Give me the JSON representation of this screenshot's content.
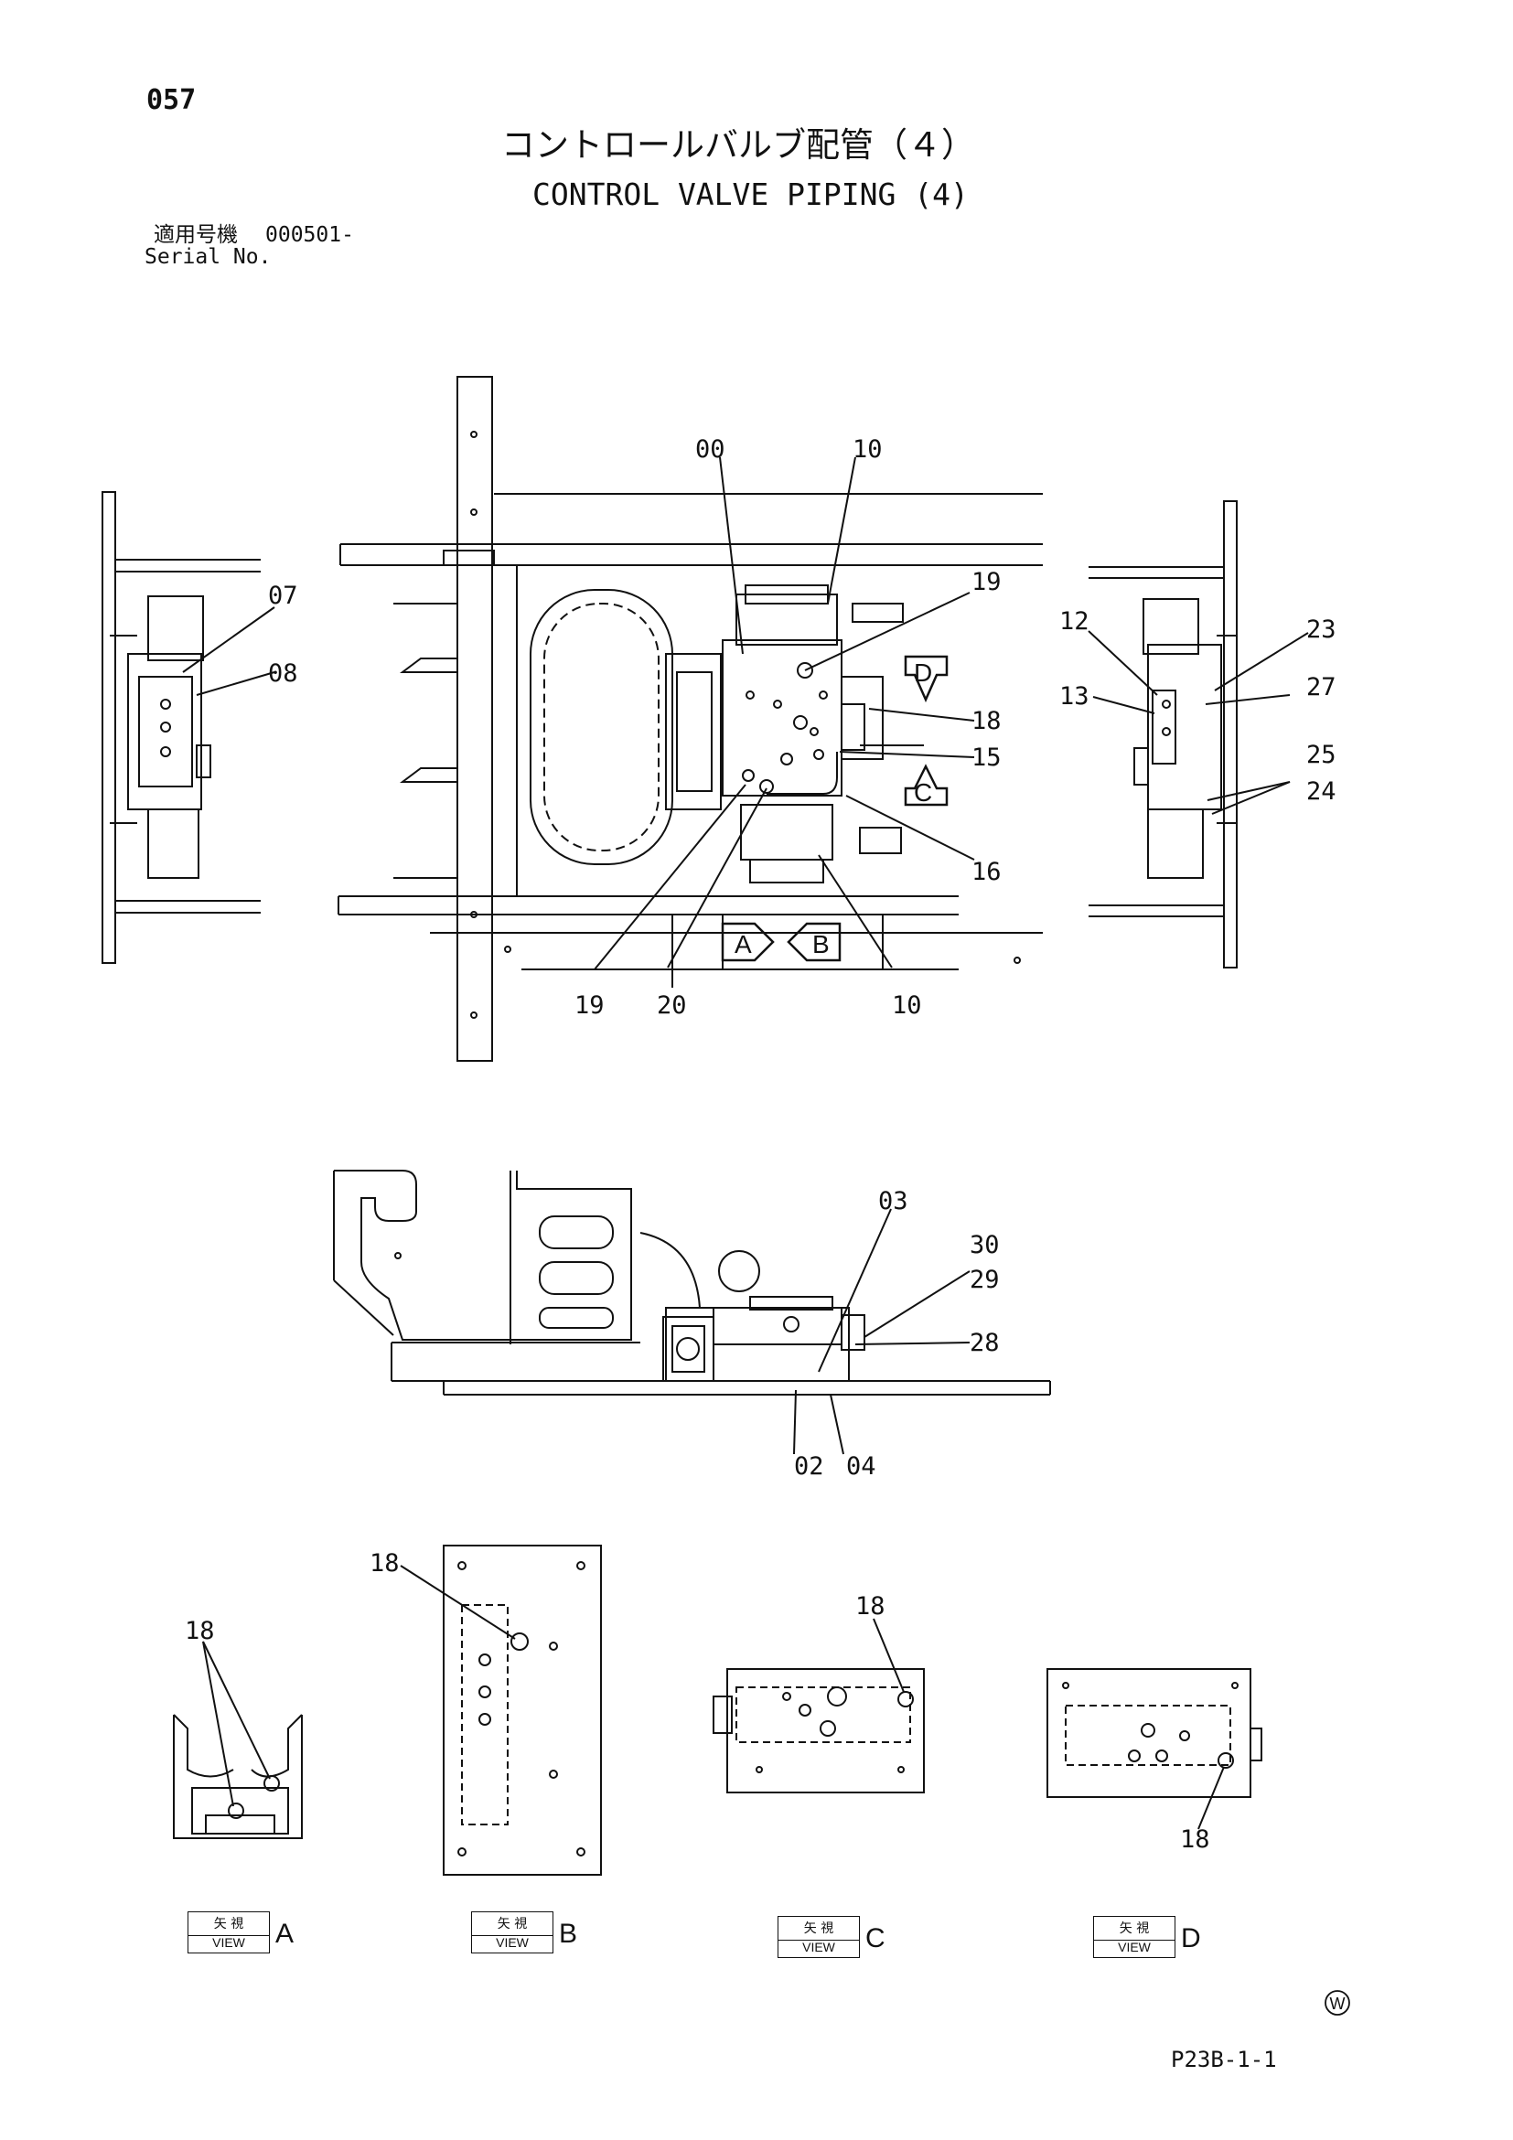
{
  "header": {
    "page_number": "057",
    "title_jp": "コントロールバルブ配管（４）",
    "title_en": "CONTROL VALVE PIPING (4)",
    "serial_label_jp": "適用号機",
    "serial_value": "000501-",
    "serial_label_en": "Serial No."
  },
  "callouts": {
    "top": [
      "00",
      "10",
      "07",
      "08",
      "19",
      "18",
      "15",
      "16",
      "12",
      "13",
      "23",
      "27",
      "25",
      "24",
      "19",
      "20",
      "10"
    ],
    "side": [
      "03",
      "30",
      "29",
      "28",
      "02",
      "04"
    ],
    "views": [
      "18",
      "18",
      "18",
      "18"
    ]
  },
  "flow_marks": [
    "D",
    "C",
    "A",
    "B"
  ],
  "view_labels": [
    {
      "jp": "矢 視",
      "en": "VIEW",
      "letter": "A"
    },
    {
      "jp": "矢 視",
      "en": "VIEW",
      "letter": "B"
    },
    {
      "jp": "矢 視",
      "en": "VIEW",
      "letter": "C"
    },
    {
      "jp": "矢 視",
      "en": "VIEW",
      "letter": "D"
    }
  ],
  "footer": {
    "mark": "W",
    "page_code": "P23B-1-1"
  }
}
